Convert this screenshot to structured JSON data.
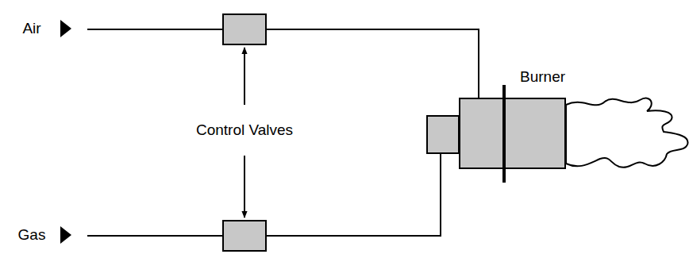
{
  "diagram": {
    "nodes": [
      {
        "text": [
          "Burner"
        ]
      }
    ],
    "labels": [
      "Air",
      "Gas",
      "Control Valves"
    ]
  }
}
